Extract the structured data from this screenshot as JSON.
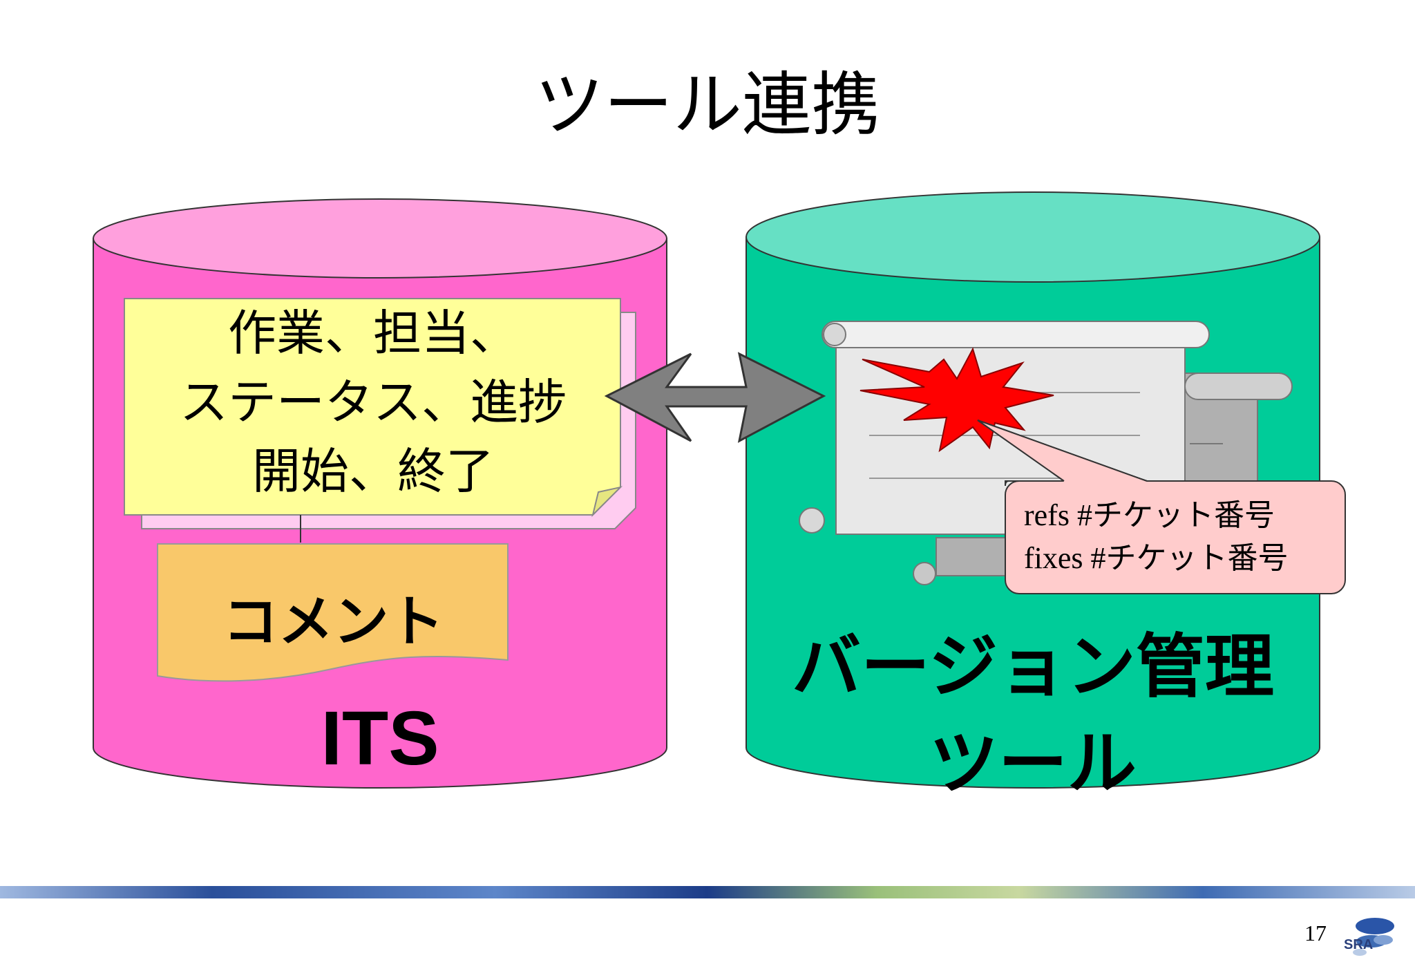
{
  "title": "ツール連携",
  "its": {
    "label": "ITS",
    "note_lines": [
      "作業、担当、",
      "ステータス、進捗",
      "開始、終了"
    ],
    "comment": "コメント",
    "colors": {
      "cylinder": "#ff66cc",
      "cylinder_top": "#ffa0dd",
      "note": "#ffff99",
      "comment": "#f9c86a"
    }
  },
  "vcs": {
    "label_lines": [
      "バージョン管理",
      "ツール"
    ],
    "callout_lines": [
      "refs #チケット番号",
      "fixes #チケット番号"
    ],
    "colors": {
      "cylinder": "#00cc99",
      "cylinder_top": "#66e0c4",
      "callout": "#ffcccc",
      "burst": "#ff0000"
    }
  },
  "footer": {
    "page_number": "17",
    "logo_text": "SRA"
  }
}
